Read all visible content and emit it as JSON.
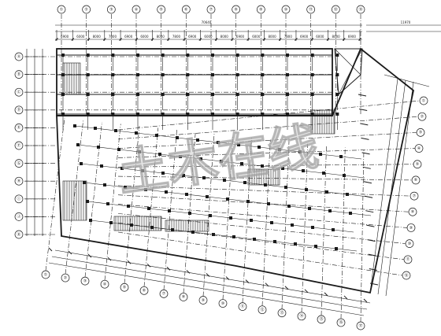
{
  "drawing": {
    "watermark": "土木在线",
    "top_total_dim": "70640",
    "top_right_total_dim": "11970",
    "top_dims": [
      "6900",
      "6000",
      "8000",
      "7800",
      "6900",
      "6000",
      "8000",
      "7800",
      "6900",
      "6000",
      "8000",
      "6900",
      "6000",
      "8000",
      "7800",
      "6900",
      "6000",
      "8000",
      "6900"
    ],
    "grid_top": [
      "①",
      "②",
      "③",
      "④",
      "⑤",
      "⑥",
      "⑦",
      "⑧",
      "⑨",
      "⑩",
      "⑪",
      "⑫",
      "⑬"
    ],
    "grid_left": [
      "Ⓐ",
      "Ⓑ",
      "Ⓒ",
      "Ⓓ",
      "Ⓔ",
      "Ⓕ",
      "Ⓖ",
      "Ⓗ",
      "Ⓘ",
      "Ⓙ",
      "Ⓚ"
    ],
    "grid_right": [
      "①",
      "②",
      "③",
      "④",
      "⑤",
      "⑥",
      "⑦",
      "⑧",
      "⑨",
      "⑩",
      "⑪",
      "⑫"
    ],
    "grid_bottom": [
      "①",
      "②",
      "③",
      "④",
      "⑤",
      "⑥",
      "⑦",
      "⑧",
      "⑨",
      "⑩",
      "⑪",
      "⑫",
      "⑬",
      "⑭",
      "⑮",
      "⑯",
      "⑰"
    ]
  }
}
